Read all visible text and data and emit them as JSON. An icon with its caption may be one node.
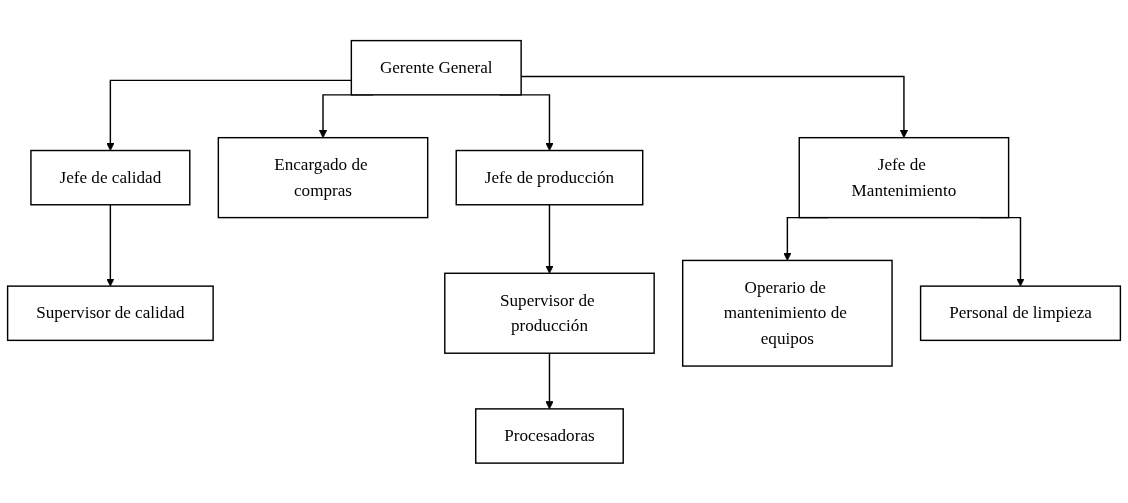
{
  "diagram": {
    "nodes": [
      {
        "text": [
          "Gerente General"
        ]
      },
      {
        "text": [
          "Jefe de calidad"
        ]
      },
      {
        "text": [
          "Encargado de compras"
        ]
      },
      {
        "text": [
          "Jefe de producción"
        ]
      },
      {
        "text": [
          "Jefe de Mantenimiento"
        ]
      },
      {
        "text": [
          "Supervisor de calidad"
        ]
      },
      {
        "text": [
          "Supervisor de producción"
        ]
      },
      {
        "text": [
          "Procesadoras"
        ]
      },
      {
        "text": [
          "Operario de mantenimiento de equipos"
        ]
      },
      {
        "text": [
          "Personal de limpieza"
        ]
      }
    ],
    "edges": [
      {
        "from": 0,
        "to": 1,
        "arrow": "to"
      },
      {
        "from": 0,
        "to": 2,
        "arrow": "to"
      },
      {
        "from": 0,
        "to": 3,
        "arrow": "to"
      },
      {
        "from": 0,
        "to": 4,
        "arrow": "to"
      },
      {
        "from": 1,
        "to": 5,
        "arrow": "to"
      },
      {
        "from": 3,
        "to": 6,
        "arrow": "to"
      },
      {
        "from": 6,
        "to": 7,
        "arrow": "to"
      },
      {
        "from": 4,
        "to": 8,
        "arrow": "to"
      },
      {
        "from": 4,
        "to": 9,
        "arrow": "to"
      }
    ]
  }
}
